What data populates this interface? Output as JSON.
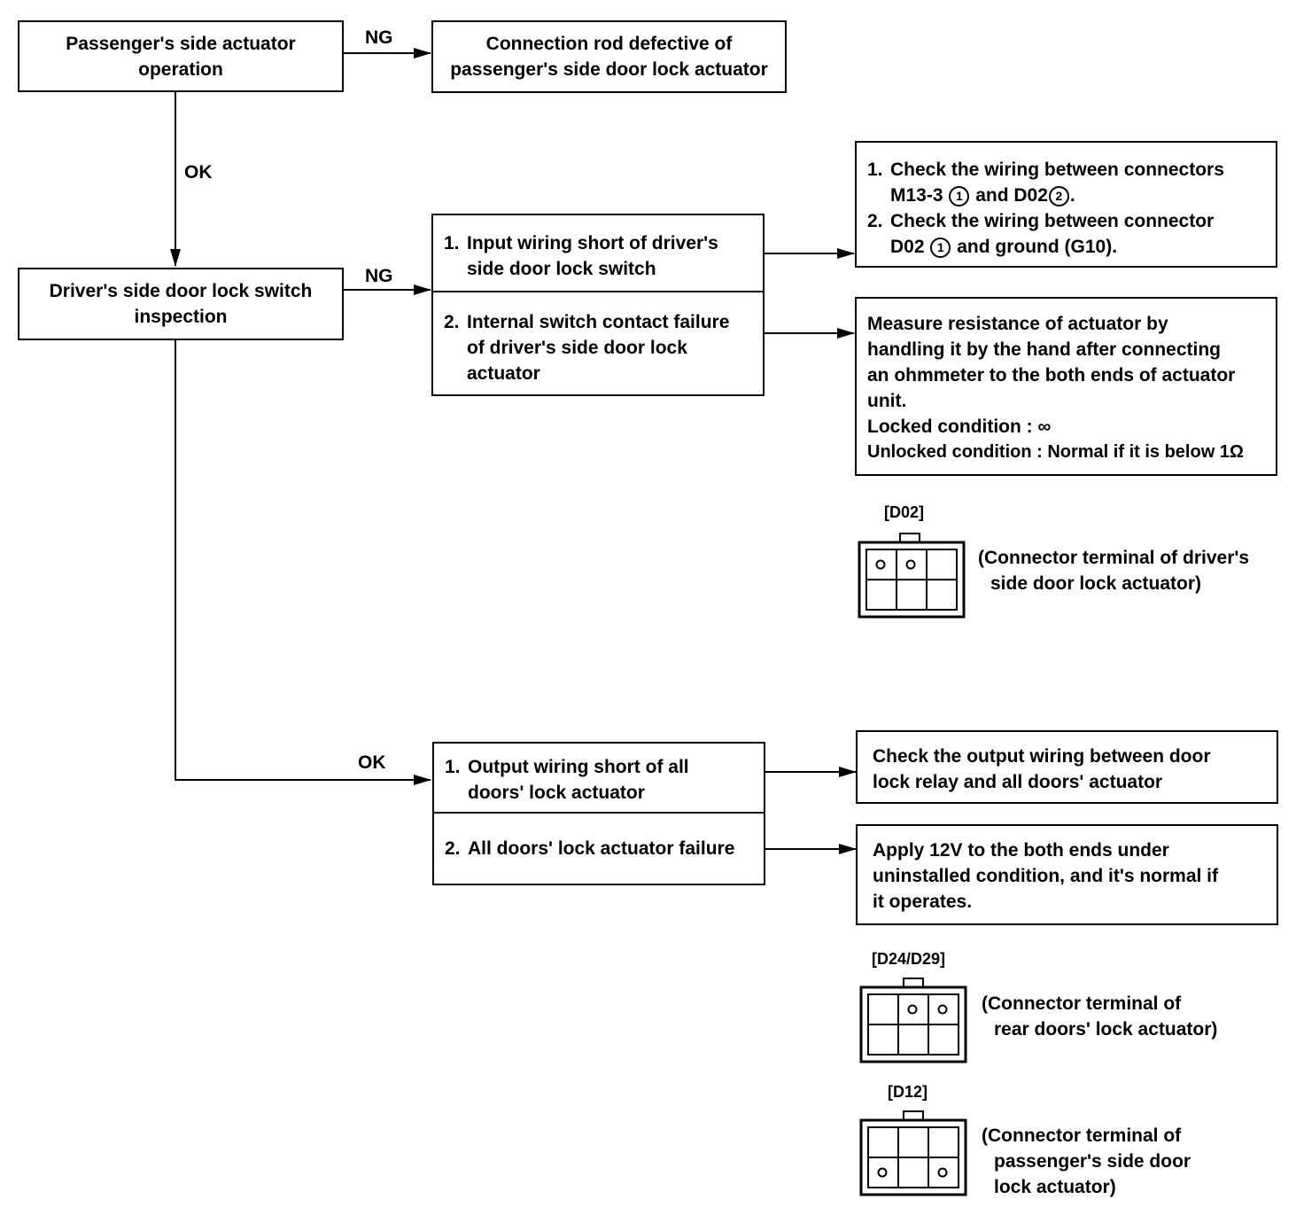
{
  "nodes": {
    "passenger_op": {
      "lines": [
        "Passenger's side actuator",
        "operation"
      ]
    },
    "connection_rod": {
      "lines": [
        "Connection rod defective of",
        "passenger's side door lock actuator"
      ]
    },
    "driver_switch": {
      "lines": [
        "Driver's side door lock switch",
        "inspection"
      ]
    },
    "ng_causes": {
      "items": [
        {
          "num": "1.",
          "lines": [
            "Input wiring short of driver's",
            "side door lock switch"
          ]
        },
        {
          "num": "2.",
          "lines": [
            "Internal switch contact failure",
            "of driver's side door lock",
            "actuator"
          ]
        }
      ]
    },
    "wiring_check": {
      "items": [
        {
          "num": "1.",
          "a": "Check the wiring between connectors",
          "b_pre": "M13-3",
          "b_c1": "1",
          "b_mid": "and D02",
          "b_c2": "2",
          "b_post": "."
        },
        {
          "num": "2.",
          "a": "Check the wiring between connector",
          "b_pre": "D02",
          "b_c1": "1",
          "b_mid": "and ground (G10).",
          "b_c2": "",
          "b_post": ""
        }
      ]
    },
    "measure": {
      "lines": [
        "Measure resistance of actuator by",
        "handling it by the hand after connecting",
        "an ohmmeter to the both ends of actuator",
        "unit.",
        "Locked condition : ∞",
        "Unlocked condition : Normal if it is below 1Ω"
      ]
    },
    "ok_causes": {
      "items": [
        {
          "num": "1.",
          "lines": [
            "Output wiring short of all",
            "doors' lock actuator"
          ]
        },
        {
          "num": "2.",
          "lines": [
            "All doors' lock actuator failure"
          ]
        }
      ]
    },
    "output_check": {
      "lines": [
        "Check the output wiring between door",
        "lock relay and all doors' actuator"
      ]
    },
    "apply12v": {
      "lines": [
        "Apply 12V to the both ends under",
        "uninstalled condition, and it's normal if",
        "it operates."
      ]
    }
  },
  "edge_labels": {
    "ng1": "NG",
    "ok1": "OK",
    "ng2": "NG",
    "ok2": "OK"
  },
  "connectors": {
    "d02": {
      "title": "[D02]",
      "caption": [
        "(Connector terminal of driver's",
        "side door lock actuator)"
      ],
      "pins": [
        1,
        1,
        0,
        0,
        0,
        0
      ]
    },
    "d24": {
      "title": "[D24/D29]",
      "caption": [
        "(Connector terminal of",
        "rear doors' lock actuator)"
      ],
      "pins": [
        0,
        1,
        1,
        0,
        0,
        0
      ]
    },
    "d12": {
      "title": "[D12]",
      "caption": [
        "(Connector terminal of",
        "passenger's side door",
        "lock actuator)"
      ],
      "pins": [
        0,
        0,
        0,
        1,
        0,
        1
      ]
    }
  }
}
